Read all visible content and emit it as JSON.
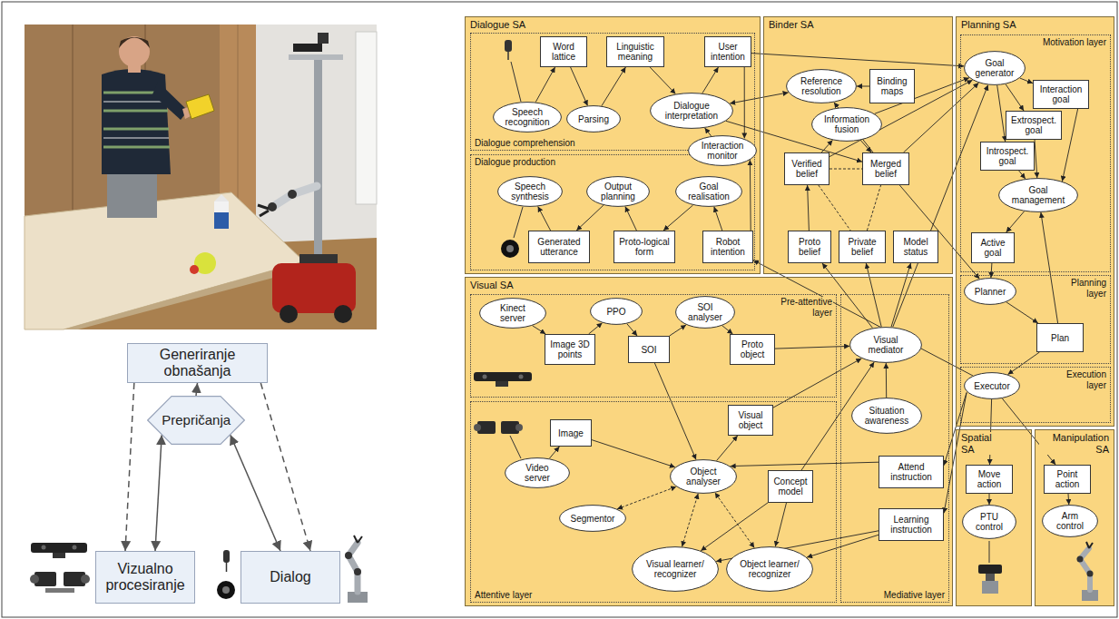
{
  "diagram": {
    "nodes": [
      {
        "text": [
          "Generiranje obnašanja"
        ]
      },
      {
        "text": [
          "Prepričanja"
        ]
      },
      {
        "text": [
          "Vizualno procesiranje"
        ]
      },
      {
        "text": [
          "Dialog"
        ]
      },
      {
        "text": [
          "Dialogue SA"
        ]
      },
      {
        "text": [
          "Dialogue comprehension"
        ],
        "in": 4
      },
      {
        "text": [
          "Word lattice"
        ],
        "in": 5
      },
      {
        "text": [
          "Linguistic meaning"
        ],
        "in": 5
      },
      {
        "text": [
          "User intention"
        ],
        "in": 5
      },
      {
        "text": [
          "Speech recognition"
        ],
        "in": 5
      },
      {
        "text": [
          "Parsing"
        ],
        "in": 5
      },
      {
        "text": [
          "Dialogue interpretation"
        ],
        "in": 5
      },
      {
        "text": [
          "Interaction monitor"
        ],
        "in": 4
      },
      {
        "text": [
          "Dialogue production"
        ],
        "in": 4
      },
      {
        "text": [
          "Speech synthesis"
        ],
        "in": 13
      },
      {
        "text": [
          "Output planning"
        ],
        "in": 13
      },
      {
        "text": [
          "Goal realisation"
        ],
        "in": 13
      },
      {
        "text": [
          "Generated utterance"
        ],
        "in": 13
      },
      {
        "text": [
          "Proto-logical form"
        ],
        "in": 13
      },
      {
        "text": [
          "Robot intention"
        ],
        "in": 13
      },
      {
        "text": [
          "Binder SA"
        ]
      },
      {
        "text": [
          "Reference resolution"
        ],
        "in": 20
      },
      {
        "text": [
          "Binding maps"
        ],
        "in": 20
      },
      {
        "text": [
          "Information fusion"
        ],
        "in": 20
      },
      {
        "text": [
          "Verified belief"
        ],
        "in": 20
      },
      {
        "text": [
          "Merged belief"
        ],
        "in": 20
      },
      {
        "text": [
          "Proto belief"
        ],
        "in": 20
      },
      {
        "text": [
          "Private belief"
        ],
        "in": 20
      },
      {
        "text": [
          "Model status"
        ],
        "in": 20
      },
      {
        "text": [
          "Planning SA"
        ]
      },
      {
        "text": [
          "Motivation layer"
        ],
        "in": 29
      },
      {
        "text": [
          "Goal generator"
        ],
        "in": 30
      },
      {
        "text": [
          "Interaction goal"
        ],
        "in": 30
      },
      {
        "text": [
          "Extrospect. goal"
        ],
        "in": 30
      },
      {
        "text": [
          "Introspect. goal"
        ],
        "in": 30
      },
      {
        "text": [
          "Goal management"
        ],
        "in": 30
      },
      {
        "text": [
          "Active goal"
        ],
        "in": 30
      },
      {
        "text": [
          "Planning layer"
        ],
        "in": 29
      },
      {
        "text": [
          "Planner"
        ],
        "in": 37
      },
      {
        "text": [
          "Plan"
        ],
        "in": 37
      },
      {
        "text": [
          "Execution layer"
        ],
        "in": 29
      },
      {
        "text": [
          "Executor"
        ],
        "in": 40
      },
      {
        "text": [
          "Visual SA"
        ]
      },
      {
        "text": [
          "Pre-attentive layer"
        ],
        "in": 42
      },
      {
        "text": [
          "Kinect server"
        ],
        "in": 43
      },
      {
        "text": [
          "PPO"
        ],
        "in": 43
      },
      {
        "text": [
          "SOI analyser"
        ],
        "in": 43
      },
      {
        "text": [
          "Image 3D points"
        ],
        "in": 43
      },
      {
        "text": [
          "SOI"
        ],
        "in": 43
      },
      {
        "text": [
          "Proto object"
        ],
        "in": 43
      },
      {
        "text": [
          "Attentive layer"
        ],
        "in": 42
      },
      {
        "text": [
          "Image"
        ],
        "in": 50
      },
      {
        "text": [
          "Visual object"
        ],
        "in": 50
      },
      {
        "text": [
          "Video server"
        ],
        "in": 50
      },
      {
        "text": [
          "Object analyser"
        ],
        "in": 50
      },
      {
        "text": [
          "Segmentor"
        ],
        "in": 50
      },
      {
        "text": [
          "Concept model"
        ],
        "in": 50
      },
      {
        "text": [
          "Visual learner/ recognizer"
        ],
        "in": 50
      },
      {
        "text": [
          "Object learner/ recognizer"
        ],
        "in": 50
      },
      {
        "text": [
          "Mediative layer"
        ],
        "in": 42
      },
      {
        "text": [
          "Visual mediator"
        ],
        "in": 59
      },
      {
        "text": [
          "Situation awareness"
        ],
        "in": 59
      },
      {
        "text": [
          "Attend instruction"
        ],
        "in": 59
      },
      {
        "text": [
          "Learning instruction"
        ],
        "in": 59
      },
      {
        "text": [
          "Spatial SA"
        ]
      },
      {
        "text": [
          "Move action"
        ],
        "in": 64
      },
      {
        "text": [
          "PTU control"
        ],
        "in": 64
      },
      {
        "text": [
          "Manipulation SA"
        ]
      },
      {
        "text": [
          "Point action"
        ],
        "in": 67
      },
      {
        "text": [
          "Arm control"
        ],
        "in": 67
      }
    ],
    "edges": [
      {
        "from": 1,
        "to": 0,
        "arrow": "to"
      },
      {
        "from": 0,
        "to": 2,
        "arrow": "to"
      },
      {
        "from": 0,
        "to": 3,
        "arrow": "to"
      },
      {
        "from": 1,
        "to": 2,
        "arrow": "both"
      },
      {
        "from": 1,
        "to": 3,
        "arrow": "both"
      },
      {
        "from": 9,
        "to": 6,
        "arrow": "to"
      },
      {
        "from": 6,
        "to": 10,
        "arrow": "to"
      },
      {
        "from": 10,
        "to": 7,
        "arrow": "to"
      },
      {
        "from": 7,
        "to": 11,
        "arrow": "to"
      },
      {
        "from": 11,
        "to": 8,
        "arrow": "to"
      },
      {
        "from": 11,
        "to": 21,
        "arrow": "both"
      },
      {
        "from": 8,
        "to": 31,
        "arrow": "to"
      },
      {
        "from": 8,
        "to": 12,
        "arrow": "to"
      },
      {
        "from": 12,
        "to": 11,
        "arrow": "to"
      },
      {
        "from": 19,
        "to": 12,
        "arrow": "to"
      },
      {
        "from": 19,
        "to": 16,
        "arrow": "to"
      },
      {
        "from": 16,
        "to": 18,
        "arrow": "to"
      },
      {
        "from": 18,
        "to": 15,
        "arrow": "to"
      },
      {
        "from": 15,
        "to": 17,
        "arrow": "to"
      },
      {
        "from": 17,
        "to": 14,
        "arrow": "to"
      },
      {
        "from": 11,
        "to": 25,
        "arrow": "to"
      },
      {
        "from": 22,
        "to": 21,
        "arrow": "to"
      },
      {
        "from": 25,
        "to": 21,
        "arrow": "to"
      },
      {
        "from": 24,
        "to": 23,
        "arrow": "to"
      },
      {
        "from": 23,
        "to": 25,
        "arrow": "to"
      },
      {
        "from": 24,
        "to": 31,
        "arrow": "to"
      },
      {
        "from": 25,
        "to": 31,
        "arrow": "to"
      },
      {
        "from": 23,
        "to": 31,
        "arrow": "to"
      },
      {
        "from": 24,
        "to": 25,
        "arrow": "none"
      },
      {
        "from": 24,
        "to": 27,
        "arrow": "none"
      },
      {
        "from": 27,
        "to": 25,
        "arrow": "none"
      },
      {
        "from": 26,
        "to": 24,
        "arrow": "to"
      },
      {
        "from": 60,
        "to": 26,
        "arrow": "to"
      },
      {
        "from": 60,
        "to": 27,
        "arrow": "to"
      },
      {
        "from": 60,
        "to": 28,
        "arrow": "to"
      },
      {
        "from": 25,
        "to": 38,
        "arrow": "to"
      },
      {
        "from": 60,
        "to": 31,
        "arrow": "to"
      },
      {
        "from": 31,
        "to": 32,
        "arrow": "to"
      },
      {
        "from": 31,
        "to": 33,
        "arrow": "to"
      },
      {
        "from": 31,
        "to": 34,
        "arrow": "to"
      },
      {
        "from": 32,
        "to": 35,
        "arrow": "to"
      },
      {
        "from": 33,
        "to": 35,
        "arrow": "to"
      },
      {
        "from": 34,
        "to": 35,
        "arrow": "to"
      },
      {
        "from": 35,
        "to": 36,
        "arrow": "to"
      },
      {
        "from": 36,
        "to": 38,
        "arrow": "to"
      },
      {
        "from": 38,
        "to": 39,
        "arrow": "to"
      },
      {
        "from": 39,
        "to": 35,
        "arrow": "to"
      },
      {
        "from": 39,
        "to": 41,
        "arrow": "to"
      },
      {
        "from": 41,
        "to": 19,
        "arrow": "to"
      },
      {
        "from": 41,
        "to": 65,
        "arrow": "to"
      },
      {
        "from": 41,
        "to": 68,
        "arrow": "to"
      },
      {
        "from": 41,
        "to": 62,
        "arrow": "to"
      },
      {
        "from": 41,
        "to": 63,
        "arrow": "to"
      },
      {
        "from": 65,
        "to": 66,
        "arrow": "to"
      },
      {
        "from": 68,
        "to": 69,
        "arrow": "to"
      },
      {
        "from": 44,
        "to": 47,
        "arrow": "to"
      },
      {
        "from": 47,
        "to": 45,
        "arrow": "to"
      },
      {
        "from": 45,
        "to": 48,
        "arrow": "to"
      },
      {
        "from": 48,
        "to": 46,
        "arrow": "to"
      },
      {
        "from": 46,
        "to": 49,
        "arrow": "to"
      },
      {
        "from": 49,
        "to": 60,
        "arrow": "to"
      },
      {
        "from": 48,
        "to": 54,
        "arrow": "to"
      },
      {
        "from": 53,
        "to": 51,
        "arrow": "to"
      },
      {
        "from": 51,
        "to": 54,
        "arrow": "to"
      },
      {
        "from": 55,
        "to": 54,
        "arrow": "both"
      },
      {
        "from": 54,
        "to": 52,
        "arrow": "to"
      },
      {
        "from": 52,
        "to": 60,
        "arrow": "to"
      },
      {
        "from": 57,
        "to": 54,
        "arrow": "both"
      },
      {
        "from": 58,
        "to": 54,
        "arrow": "both"
      },
      {
        "from": 56,
        "to": 57,
        "arrow": "to"
      },
      {
        "from": 56,
        "to": 58,
        "arrow": "to"
      },
      {
        "from": 56,
        "to": 60,
        "arrow": "to"
      },
      {
        "from": 62,
        "to": 54,
        "arrow": "to"
      },
      {
        "from": 63,
        "to": 57,
        "arrow": "to"
      },
      {
        "from": 63,
        "to": 58,
        "arrow": "to"
      },
      {
        "from": 61,
        "to": 60,
        "arrow": "to"
      }
    ]
  }
}
